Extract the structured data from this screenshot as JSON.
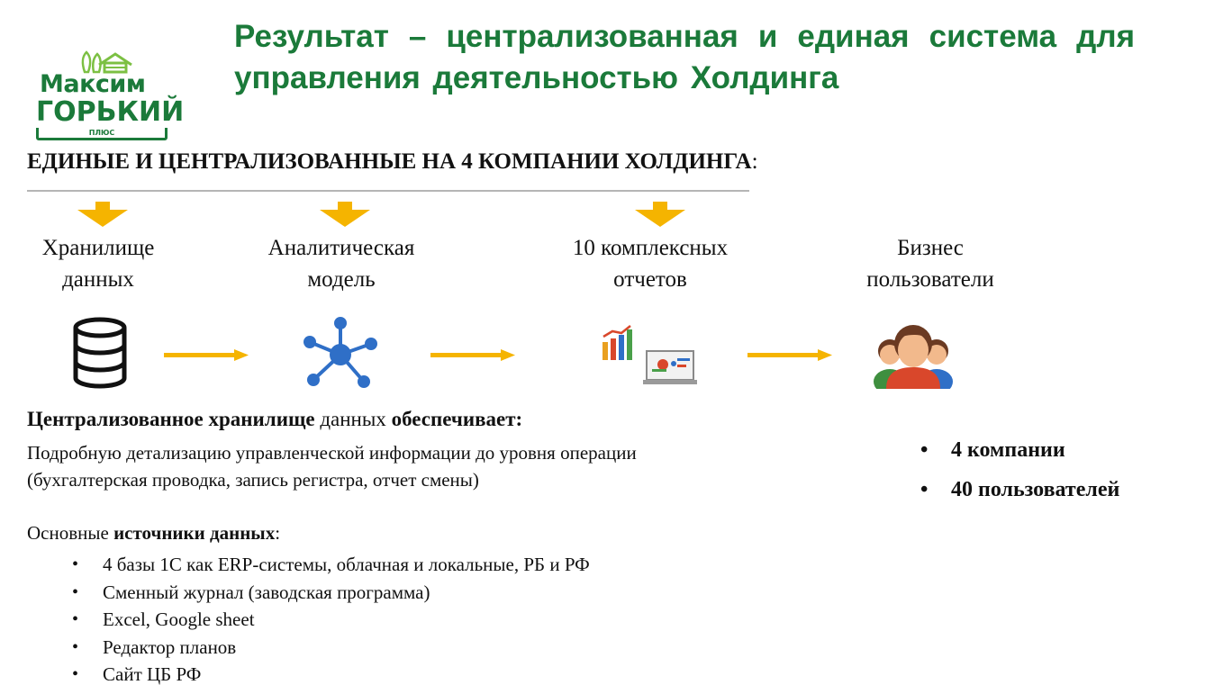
{
  "logo": {
    "line1": "Максим",
    "line2": "ГОРЬКИЙ",
    "line3": "ПЛЮС",
    "color": "#1b7a3a"
  },
  "title": "Результат – централизованная и единая система для управления деятельностью Холдинга",
  "subtitle": {
    "text": "ЕДИНЫЕ И ЦЕНТРАЛИЗОВАННЫЕ НА 4 КОМПАНИИ ХОЛДИНГА",
    "colon": ":"
  },
  "stages": [
    {
      "label_line1": "Хранилище",
      "label_line2": "данных",
      "icon": "database-icon"
    },
    {
      "label_line1": "Аналитическая",
      "label_line2": "модель",
      "icon": "network-icon"
    },
    {
      "label_line1": "10 комплексных",
      "label_line2": "отчетов",
      "icon": "reports-icon"
    },
    {
      "label_line1": "Бизнес",
      "label_line2": "пользователи",
      "icon": "users-icon"
    }
  ],
  "storage": {
    "heading_bold1": "Централизованное хранилище",
    "heading_normal": " данных ",
    "heading_bold2": "обеспечивает:",
    "desc_line1": "Подробную детализацию управленческой информации до уровня операции",
    "desc_line2": "(бухгалтерская проводка, запись регистра, отчет смены)"
  },
  "sources": {
    "heading_normal": "Основные ",
    "heading_bold": "источники данных",
    "heading_colon": ":",
    "items": [
      "4 базы 1С как  ERP-системы, облачная и локальные, РБ и РФ",
      "Сменный журнал (заводская программа)",
      "Excel, Google sheet",
      "Редактор планов",
      "Сайт ЦБ РФ"
    ]
  },
  "stats": [
    "4 компании",
    "40 пользователей"
  ],
  "colors": {
    "title_green": "#1b7a3a",
    "arrow_yellow": "#f5b400",
    "network_blue": "#2f6fc7",
    "divider_gray": "#b5b5b5"
  }
}
